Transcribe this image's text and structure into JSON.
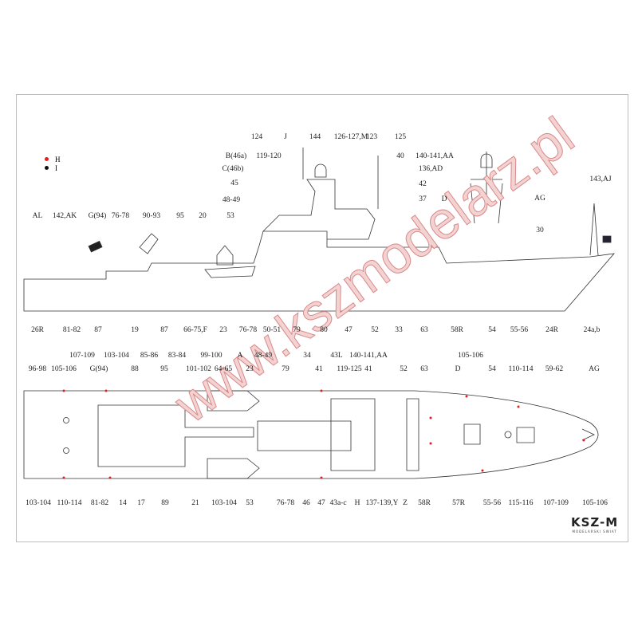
{
  "legend": [
    {
      "label": "H",
      "color": "#e02020"
    },
    {
      "label": "I",
      "color": "#111111"
    }
  ],
  "watermark": "www.kszmodelarz.pl",
  "logo": {
    "mark": "KSZ-M",
    "subtitle": "MODELARSKI SWIAT"
  },
  "side_view_labels": [
    "AL",
    "142,AK",
    "G(94)",
    "76-78",
    "90-93",
    "95",
    "20",
    "53",
    "124",
    "J",
    "144",
    "126-127,M",
    "123",
    "125",
    "B(46a)",
    "119-120",
    "C(46b)",
    "45",
    "48-49",
    "40",
    "140-141,AA",
    "136,AD",
    "42",
    "37",
    "D",
    "143,AJ",
    "AG",
    "30",
    "26R",
    "81-82",
    "87",
    "19",
    "87",
    "66-75,F",
    "23",
    "76-78",
    "50-51",
    "79",
    "80",
    "47",
    "52",
    "33",
    "63",
    "58R",
    "54",
    "55-56",
    "24R",
    "24a,b"
  ],
  "plan_view_labels": [
    "107-109",
    "103-104",
    "85-86",
    "83-84",
    "99-100",
    "A",
    "48-49",
    "34",
    "43L",
    "140-141,AA",
    "105-106",
    "96-98",
    "105-106",
    "G(94)",
    "88",
    "95",
    "101-102",
    "64-65",
    "23",
    "79",
    "41",
    "119-125",
    "41",
    "52",
    "63",
    "D",
    "54",
    "110-114",
    "59-62",
    "AG",
    "103-104",
    "110-114",
    "81-82",
    "14",
    "17",
    "89",
    "21",
    "103-104",
    "53",
    "76-78",
    "46",
    "47",
    "43a-c",
    "H",
    "137-139,Y",
    "Z",
    "58R",
    "57R",
    "55-56",
    "115-116",
    "107-109",
    "105-106"
  ]
}
